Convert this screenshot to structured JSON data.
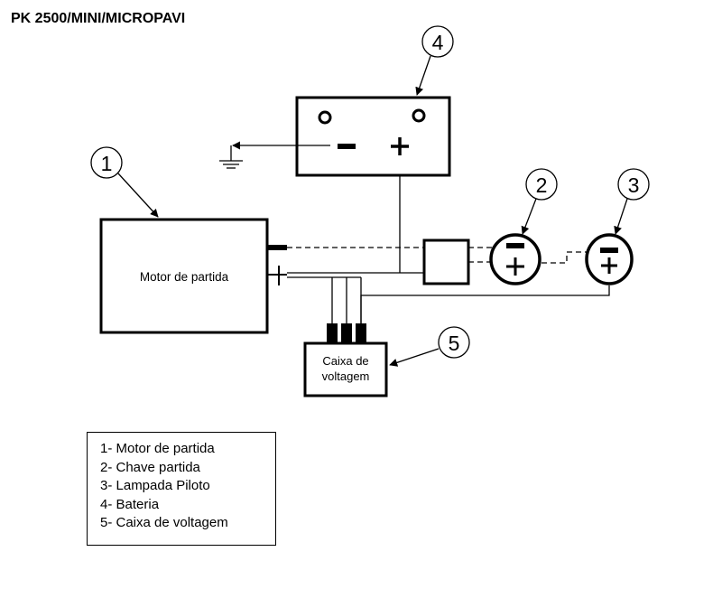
{
  "title": "PK 2500/MINI/MICROPAVI",
  "callouts": [
    "1",
    "2",
    "3",
    "4",
    "5"
  ],
  "motor_label": "Motor de partida",
  "voltage_box_label": [
    "Caixa de",
    "voltagem"
  ],
  "battery_terminals": {
    "negative": "−",
    "positive": "+"
  },
  "switch_terminals": {
    "negative": "−",
    "positive": "+"
  },
  "lamp_terminals": {
    "negative": "−",
    "positive": "+"
  },
  "legend": [
    "1- Motor de partida",
    "2- Chave partida",
    "3- Lampada Piloto",
    "4- Bateria",
    "5- Caixa de voltagem"
  ],
  "icons": [
    "ground-symbol-icon",
    "battery-terminal-icon"
  ]
}
